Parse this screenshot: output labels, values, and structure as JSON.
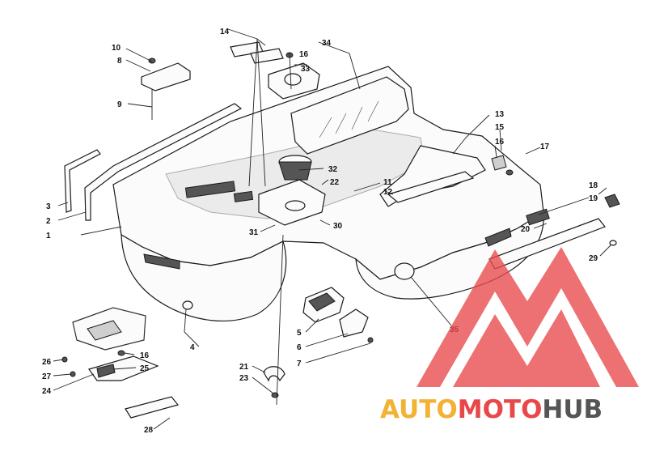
{
  "diagram": {
    "callouts": [
      {
        "id": "c1",
        "label": "1"
      },
      {
        "id": "c2",
        "label": "2"
      },
      {
        "id": "c3",
        "label": "3"
      },
      {
        "id": "c4",
        "label": "4"
      },
      {
        "id": "c5",
        "label": "5"
      },
      {
        "id": "c6",
        "label": "6"
      },
      {
        "id": "c7",
        "label": "7"
      },
      {
        "id": "c8",
        "label": "8"
      },
      {
        "id": "c9",
        "label": "9"
      },
      {
        "id": "c10",
        "label": "10"
      },
      {
        "id": "c11",
        "label": "11"
      },
      {
        "id": "c12",
        "label": "12"
      },
      {
        "id": "c13",
        "label": "13"
      },
      {
        "id": "c14",
        "label": "14"
      },
      {
        "id": "c15",
        "label": "15"
      },
      {
        "id": "c16a",
        "label": "16"
      },
      {
        "id": "c16b",
        "label": "16"
      },
      {
        "id": "c16c",
        "label": "16"
      },
      {
        "id": "c17",
        "label": "17"
      },
      {
        "id": "c18",
        "label": "18"
      },
      {
        "id": "c19",
        "label": "19"
      },
      {
        "id": "c20",
        "label": "20"
      },
      {
        "id": "c21",
        "label": "21"
      },
      {
        "id": "c22",
        "label": "22"
      },
      {
        "id": "c23",
        "label": "23"
      },
      {
        "id": "c24",
        "label": "24"
      },
      {
        "id": "c25",
        "label": "25"
      },
      {
        "id": "c26",
        "label": "26"
      },
      {
        "id": "c27",
        "label": "27"
      },
      {
        "id": "c28",
        "label": "28"
      },
      {
        "id": "c29",
        "label": "29"
      },
      {
        "id": "c30",
        "label": "30"
      },
      {
        "id": "c31",
        "label": "31"
      },
      {
        "id": "c32",
        "label": "32"
      },
      {
        "id": "c33",
        "label": "33"
      },
      {
        "id": "c34",
        "label": "34"
      },
      {
        "id": "c35",
        "label": "35"
      }
    ]
  },
  "watermark": {
    "brand_part1": "AUTO",
    "brand_part2": "MOTO",
    "brand_part3": "HUB",
    "color_part1": "#f2b233",
    "color_part2": "#e8484a",
    "color_part3": "#555555",
    "logo_color": "#e8484a"
  }
}
